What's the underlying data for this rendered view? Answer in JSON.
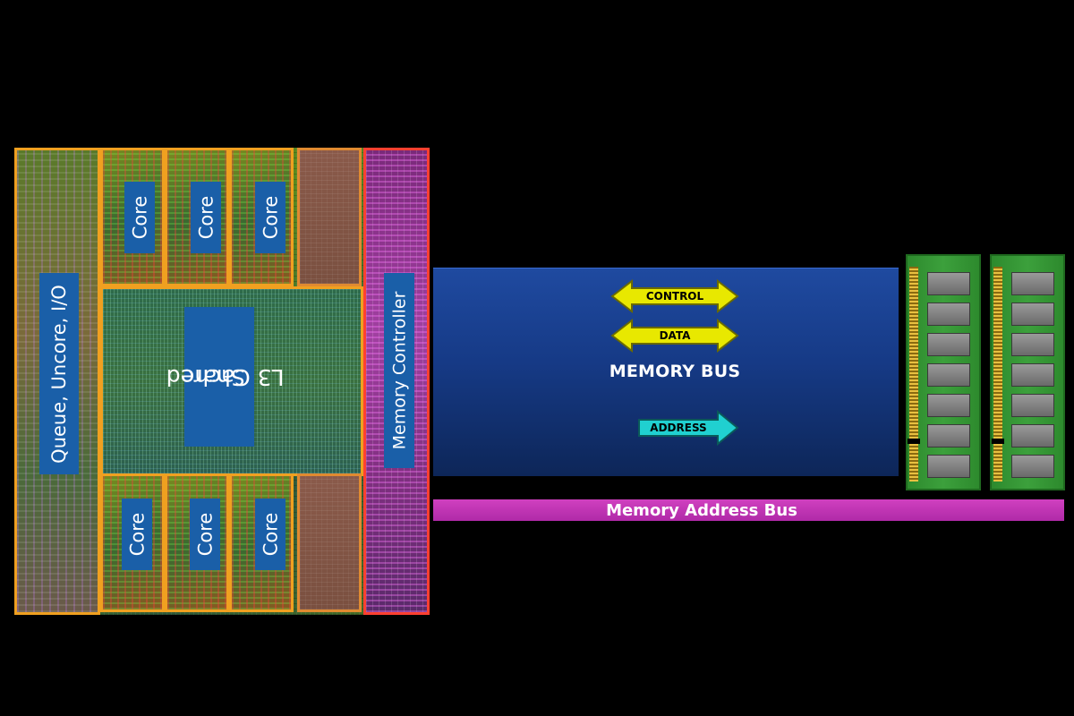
{
  "cpu": {
    "queue_label": "Queue, Uncore, I/O",
    "cache_label_line1": "Shared",
    "cache_label_line2": "L3 Cache",
    "memory_controller_label": "Memory Controller",
    "core_label": "Core",
    "core_count": 6
  },
  "memory_bus": {
    "title": "MEMORY BUS",
    "arrows": [
      {
        "label": "CONTROL",
        "direction": "bidirectional",
        "color": "#e8e800"
      },
      {
        "label": "DATA",
        "direction": "bidirectional",
        "color": "#e8e800"
      },
      {
        "label": "ADDRESS",
        "direction": "right",
        "color": "#20d0d0"
      }
    ]
  },
  "address_bus": {
    "label": "Memory Address Bus",
    "color": "#c038b8"
  },
  "dimms": {
    "count": 2,
    "chips_per_module": 7
  },
  "colors": {
    "background": "#000000",
    "die_border": "#f0a020",
    "label_box": "#1a5fa8",
    "bus_fill": "#163a86"
  }
}
